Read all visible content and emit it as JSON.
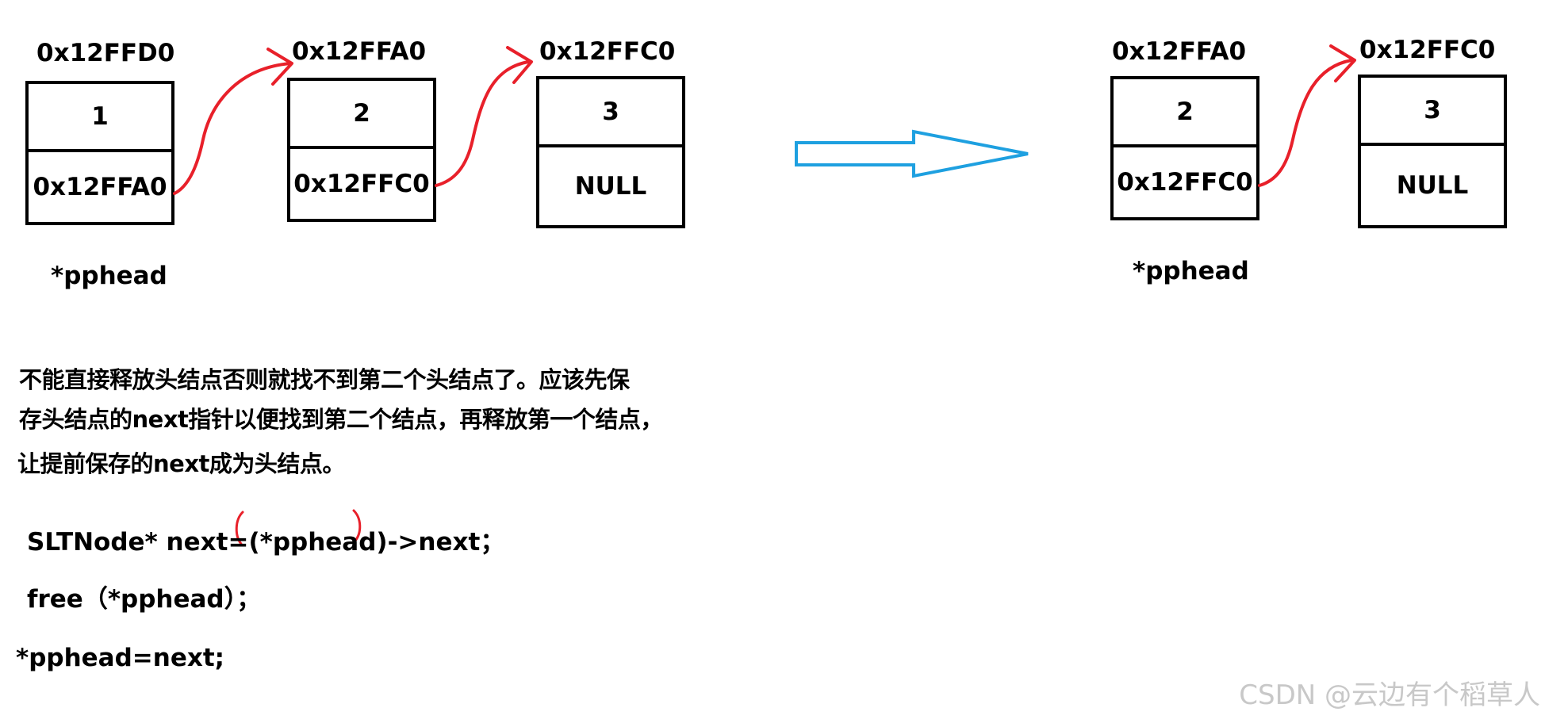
{
  "left": {
    "addresses": [
      "0x12FFD0",
      "0x12FFA0",
      "0x12FFC0"
    ],
    "nodes": [
      {
        "value": "1",
        "next": "0x12FFA0"
      },
      {
        "value": "2",
        "next": "0x12FFC0"
      },
      {
        "value": "3",
        "next": "NULL"
      }
    ],
    "pointer_label": "*pphead"
  },
  "right": {
    "addresses": [
      "0x12FFA0",
      "0x12FFC0"
    ],
    "nodes": [
      {
        "value": "2",
        "next": "0x12FFC0"
      },
      {
        "value": "3",
        "next": "NULL"
      }
    ],
    "pointer_label": "*pphead"
  },
  "explanation": [
    "不能直接释放头结点否则就找不到第二个头结点了。应该先保",
    "存头结点的next指针以便找到第二个结点，再释放第一个结点，",
    "让提前保存的next成为头结点。"
  ],
  "code": [
    "SLTNode* next=(*pphead)->next；",
    "free（*pphead）；",
    "*pphead=next;"
  ],
  "watermark": "CSDN @云边有个稻草人",
  "colors": {
    "pointer_arrow": "#e8202a",
    "transition_arrow": "#1ea0e0"
  }
}
